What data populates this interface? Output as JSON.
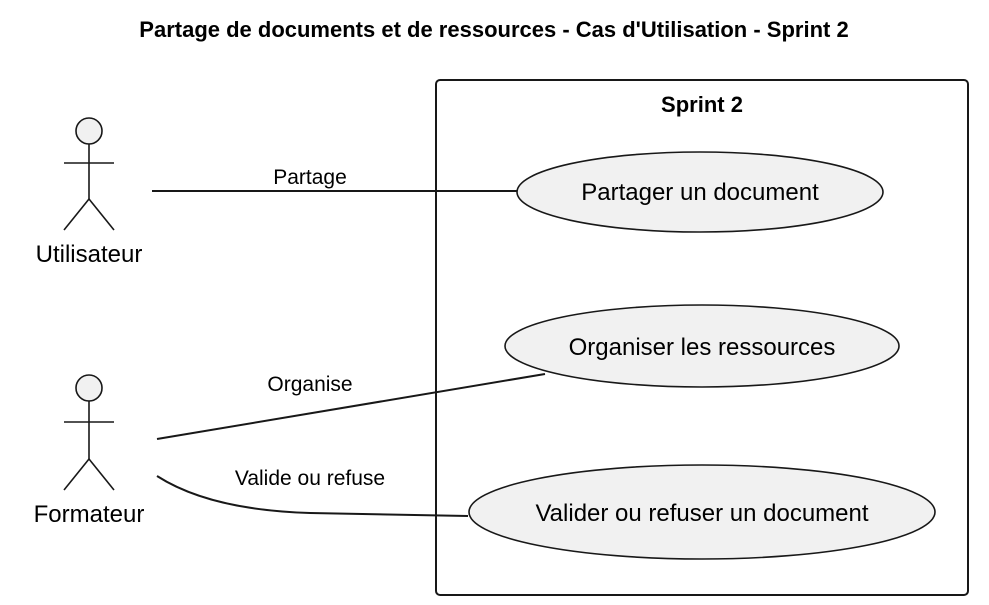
{
  "diagram": {
    "title": "Partage de documents et de ressources - Cas d'Utilisation - Sprint 2",
    "boundary": {
      "title": "Sprint 2"
    },
    "actors": [
      {
        "id": "utilisateur",
        "label": "Utilisateur"
      },
      {
        "id": "formateur",
        "label": "Formateur"
      }
    ],
    "use_cases": [
      {
        "id": "partager",
        "label": "Partager un document"
      },
      {
        "id": "organiser",
        "label": "Organiser les ressources"
      },
      {
        "id": "valider",
        "label": "Valider ou refuser un document"
      }
    ],
    "associations": [
      {
        "from": "utilisateur",
        "to": "partager",
        "label": "Partage"
      },
      {
        "from": "formateur",
        "to": "organiser",
        "label": "Organise"
      },
      {
        "from": "formateur",
        "to": "valider",
        "label": "Valide ou refuse"
      }
    ],
    "colors": {
      "shape_fill": "#f1f1f1",
      "stroke": "#181818",
      "text": "#000000",
      "background": "#ffffff"
    }
  }
}
